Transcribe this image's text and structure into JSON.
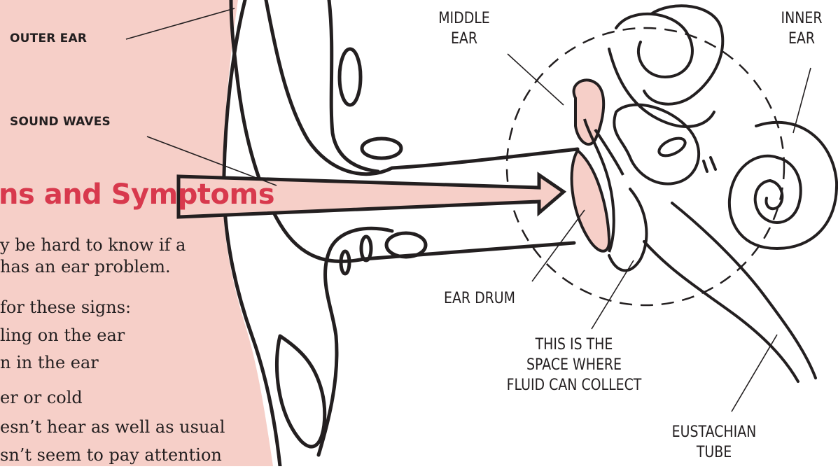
{
  "colors": {
    "pink": "#f6cfc8",
    "heading_red": "#d8394d",
    "ink": "#231f20",
    "arrow_fill": "#f6cfc8"
  },
  "labels": {
    "outer_ear": "OUTER EAR",
    "sound_waves": "SOUND WAVES",
    "middle_ear": [
      "MIDDLE",
      "EAR"
    ],
    "inner_ear": [
      "INNER",
      "EAR"
    ],
    "ear_drum": "EAR DRUM",
    "fluid_space": [
      "THIS IS THE",
      "SPACE WHERE",
      "FLUID CAN COLLECT"
    ],
    "eustachian_tube": [
      "EUSTACHIAN",
      "TUBE"
    ]
  },
  "heading": "ns and Symptoms",
  "body_lines": [
    "y be hard to know if a",
    "has an ear problem.",
    "for these signs:",
    "ling on the ear",
    "n in the ear",
    "er or cold",
    "esn’t hear as well as usual",
    "sn’t seem to pay attention"
  ]
}
